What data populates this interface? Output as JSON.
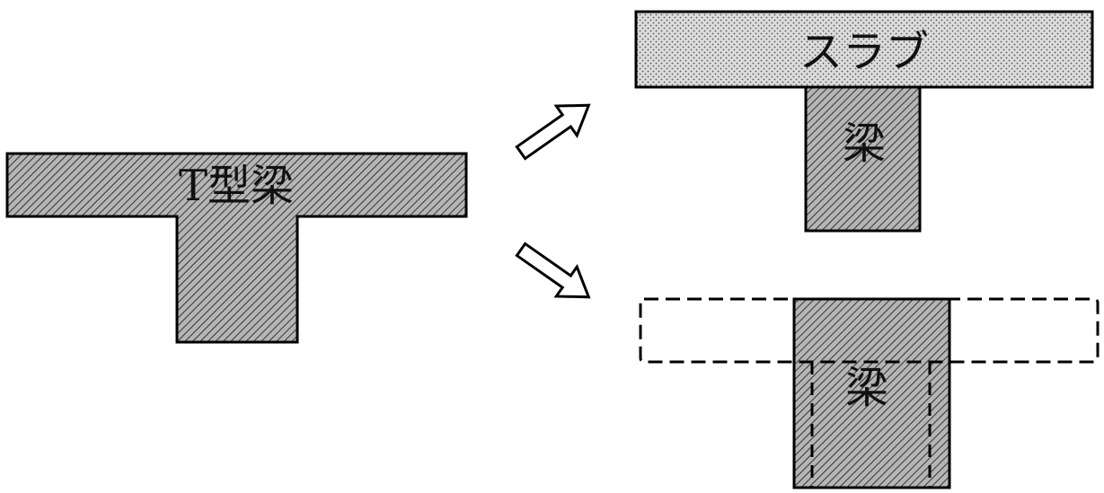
{
  "tbeam": {
    "label": "T型梁"
  },
  "decomposition_a": {
    "slab_label": "スラブ",
    "beam_label": "梁"
  },
  "decomposition_b": {
    "beam_label": "梁"
  },
  "colors": {
    "outline": "#000000",
    "hatch_fill": "#b5b5b5",
    "hatch_line": "#333333",
    "dots_fill": "#d9d9d9",
    "dots_mark": "#555555"
  }
}
